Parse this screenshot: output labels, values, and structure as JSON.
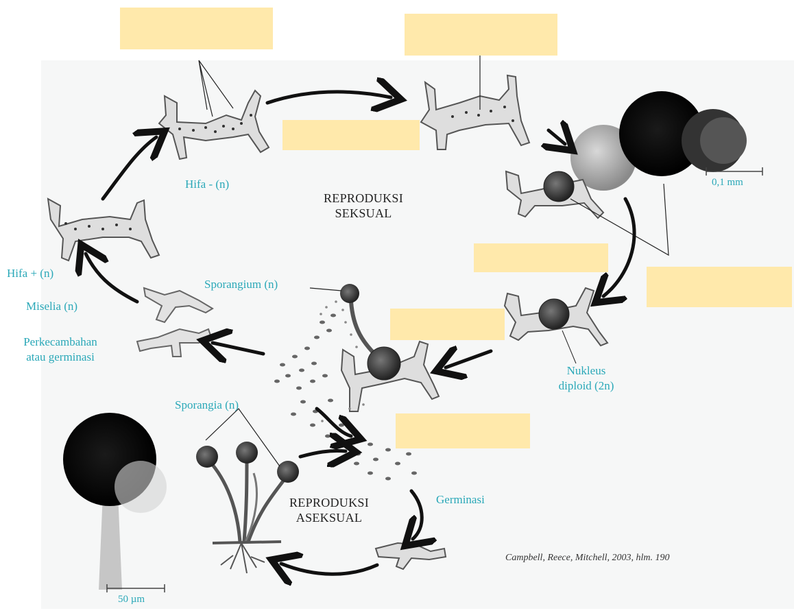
{
  "labels": {
    "hifa_minus": "Hifa - (n)",
    "hifa_plus": "Hifa + (n)",
    "miselia": "Miselia (n)",
    "perkecambahan_1": "Perkecambahan",
    "perkecambahan_2": "atau germinasi",
    "sporangium": "Sporangium (n)",
    "sporangia": "Sporangia (n)",
    "nukleus_1": "Nukleus",
    "nukleus_2": "diploid (2n)",
    "germinasi": "Germinasi",
    "scale_top": "0,1 mm",
    "scale_bottom": "50 µm"
  },
  "titles": {
    "sexual_1": "REPRODUKSI",
    "sexual_2": "SEKSUAL",
    "asexual_1": "REPRODUKSI",
    "asexual_2": "ASEKSUAL"
  },
  "citation": "Campbell, Reece, Mitchell, 2003, hlm. 190",
  "colors": {
    "label": "#2aa8b8",
    "blank_box": "#ffe9ab",
    "hypha_fill": "#dcdcdc",
    "arrow": "#111111"
  }
}
